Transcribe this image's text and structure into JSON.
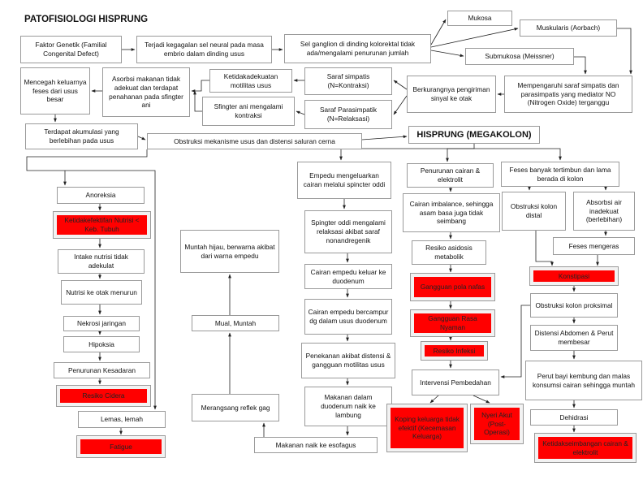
{
  "title": "PATOFISIOLOGI HISPRUNG",
  "nodes": {
    "faktor_genetik": "Faktor Genetik (Familial Congenital Defect)",
    "kegagalan_sel": "Terjadi kegagalan sel neural pada masa embrio dalam dinding usus",
    "sel_ganglion": "Sel ganglion di dinding kolorektal tidak ada/mengalami penurunan jumlah",
    "mukosa": "Mukosa",
    "muskularis": "Muskularis (Aorbach)",
    "submukosa": "Submukosa (Meissner)",
    "mempengaruhi_saraf": "Mempengaruhi saraf simpatis dan parasimpatis yang mediator NO (Nitrogen Oxide) terganggu",
    "berkurangnya_sinyal": "Berkurangnya pengiriman sinyal ke otak",
    "saraf_simpatis": "Saraf simpatis\n(N=Kontraksi)",
    "saraf_parasimpatik": "Saraf Parasimpatik\n(N=Relaksasi)",
    "ketidakadekuatan_motilitas": "Ketidakadekuatan motilitas usus",
    "sfingter_kontraksi": "Sfingter ani mengalami kontraksi",
    "asorbsi_makanan": "Asorbsi makanan tidak adekuat dan terdapat penahanan pada sfingter ani",
    "mencegah_keluarnya": "Mencegah keluarnya feses dari usus besar",
    "akumulasi": "Terdapat akumulasi yang berlebihan pada usus",
    "obstruksi_mekanisme": "Obstruksi mekanisme usus dan distensi saluran cerna",
    "hisprung": "HISPRUNG (MEGAKOLON)",
    "anoreksia": "Anoreksia",
    "ketidakefektifan_nutrisi": "Ketidakefektifan Nutrisi < Keb. Tubuh",
    "intake_nutrisi": "Intake nutrisi tidak adekulat",
    "nutrisi_otak": "Nutrisi ke otak menurun",
    "nekrosi": "Nekrosi jaringan",
    "hipoksia": "Hipoksia",
    "penurunan_kesadaran": "Penurunan Kesadaran",
    "resiko_cidera": "Resiko Cidera",
    "lemas": "Lemas, lemah",
    "fatigue": "Fatigue",
    "muntah_hijau": "Muntah hijau, berwarna akibat dari warna empedu",
    "mual_muntah": "Mual, Muntah",
    "merangsang_reflek": "Merangsang reflek gag",
    "makanan_esofagus": "Makanan naik ke esofagus",
    "empedu_mengeluarkan": "Empedu mengeluarkan cairan melalui spincter oddi",
    "spingter_oddi": "Spingter oddi mengalami relaksasi akibat saraf nonandregenik",
    "cairan_empedu_keluar": "Cairan empedu keluar ke duodenum",
    "cairan_empedu_bercampur": "Cairan empedu bercampur dg dalam usus duodenum",
    "penekanan_akibat": "Penekanan akibat distensi & gangguan motilitas usus",
    "makanan_duodenum": "Makanan dalam duodenum naik ke lambung",
    "penurunan_cairan": "Penurunan cairan & elektrolit",
    "cairan_imbalance": "Cairan imbalance, sehingga asam basa juga tidak seimbang",
    "resiko_asidosis": "Resiko asidosis metabolik",
    "gangguan_pola_nafas": "Gangguan pola nafas",
    "gangguan_rasa_nyaman": "Gangguan Rasa Nyaman",
    "resiko_infeksi": "Resiko Infeksi",
    "intervensi_pembedahan": "Intervensi Pembedahan",
    "koping_keluarga": "Koping keluarga tidak efektif (Kecemasan Keluarga)",
    "nyeri_akut": "Nyeri Akut (Post-Operasi)",
    "feses_tertimbun": "Feses banyak tertimbun dan lama berada di kolon",
    "obstruksi_kolon_distal": "Obstruksi kolon distal",
    "absorbsi_air": "Absorbsi air inadekuat (berlebihan)",
    "feses_mengeras": "Feses mengeras",
    "konstipasi": "Konstipasi",
    "obstruksi_proksimal": "Obstruksi kolon proksimal",
    "distensi_abdomen": "Distensi Abdomen & Perut membesar",
    "perut_bayi": "Perut bayi kembung dan malas konsumsi cairan sehingga muntah",
    "dehidrasi": "Dehidrasi",
    "ketidakseimbangan_cairan": "Ketidakseimbangan cairan & elektrolit"
  },
  "colors": {
    "highlight": "#ff0000",
    "border": "#9a9a9a",
    "edge": "#222222"
  }
}
